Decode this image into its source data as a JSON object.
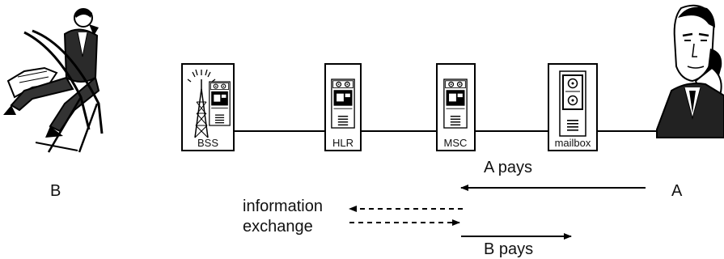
{
  "colors": {
    "ink": "#111111",
    "line": "#000000",
    "background": "#ffffff"
  },
  "people": {
    "left": {
      "label": "B",
      "icon": "person-reclining-on-phone-icon"
    },
    "right": {
      "label": "A",
      "icon": "man-on-phone-icon"
    }
  },
  "network": {
    "nodes": [
      {
        "label": "BSS",
        "icon": "antenna-tower-icon"
      },
      {
        "label": "HLR",
        "icon": "server-cabinet-icon"
      },
      {
        "label": "MSC",
        "icon": "server-cabinet-icon"
      },
      {
        "label": "mailbox",
        "icon": "tape-recorder-icon"
      }
    ]
  },
  "arrows": {
    "a_pays": "A pays",
    "b_pays": "B pays",
    "info_line1": "information",
    "info_line2": "exchange"
  }
}
